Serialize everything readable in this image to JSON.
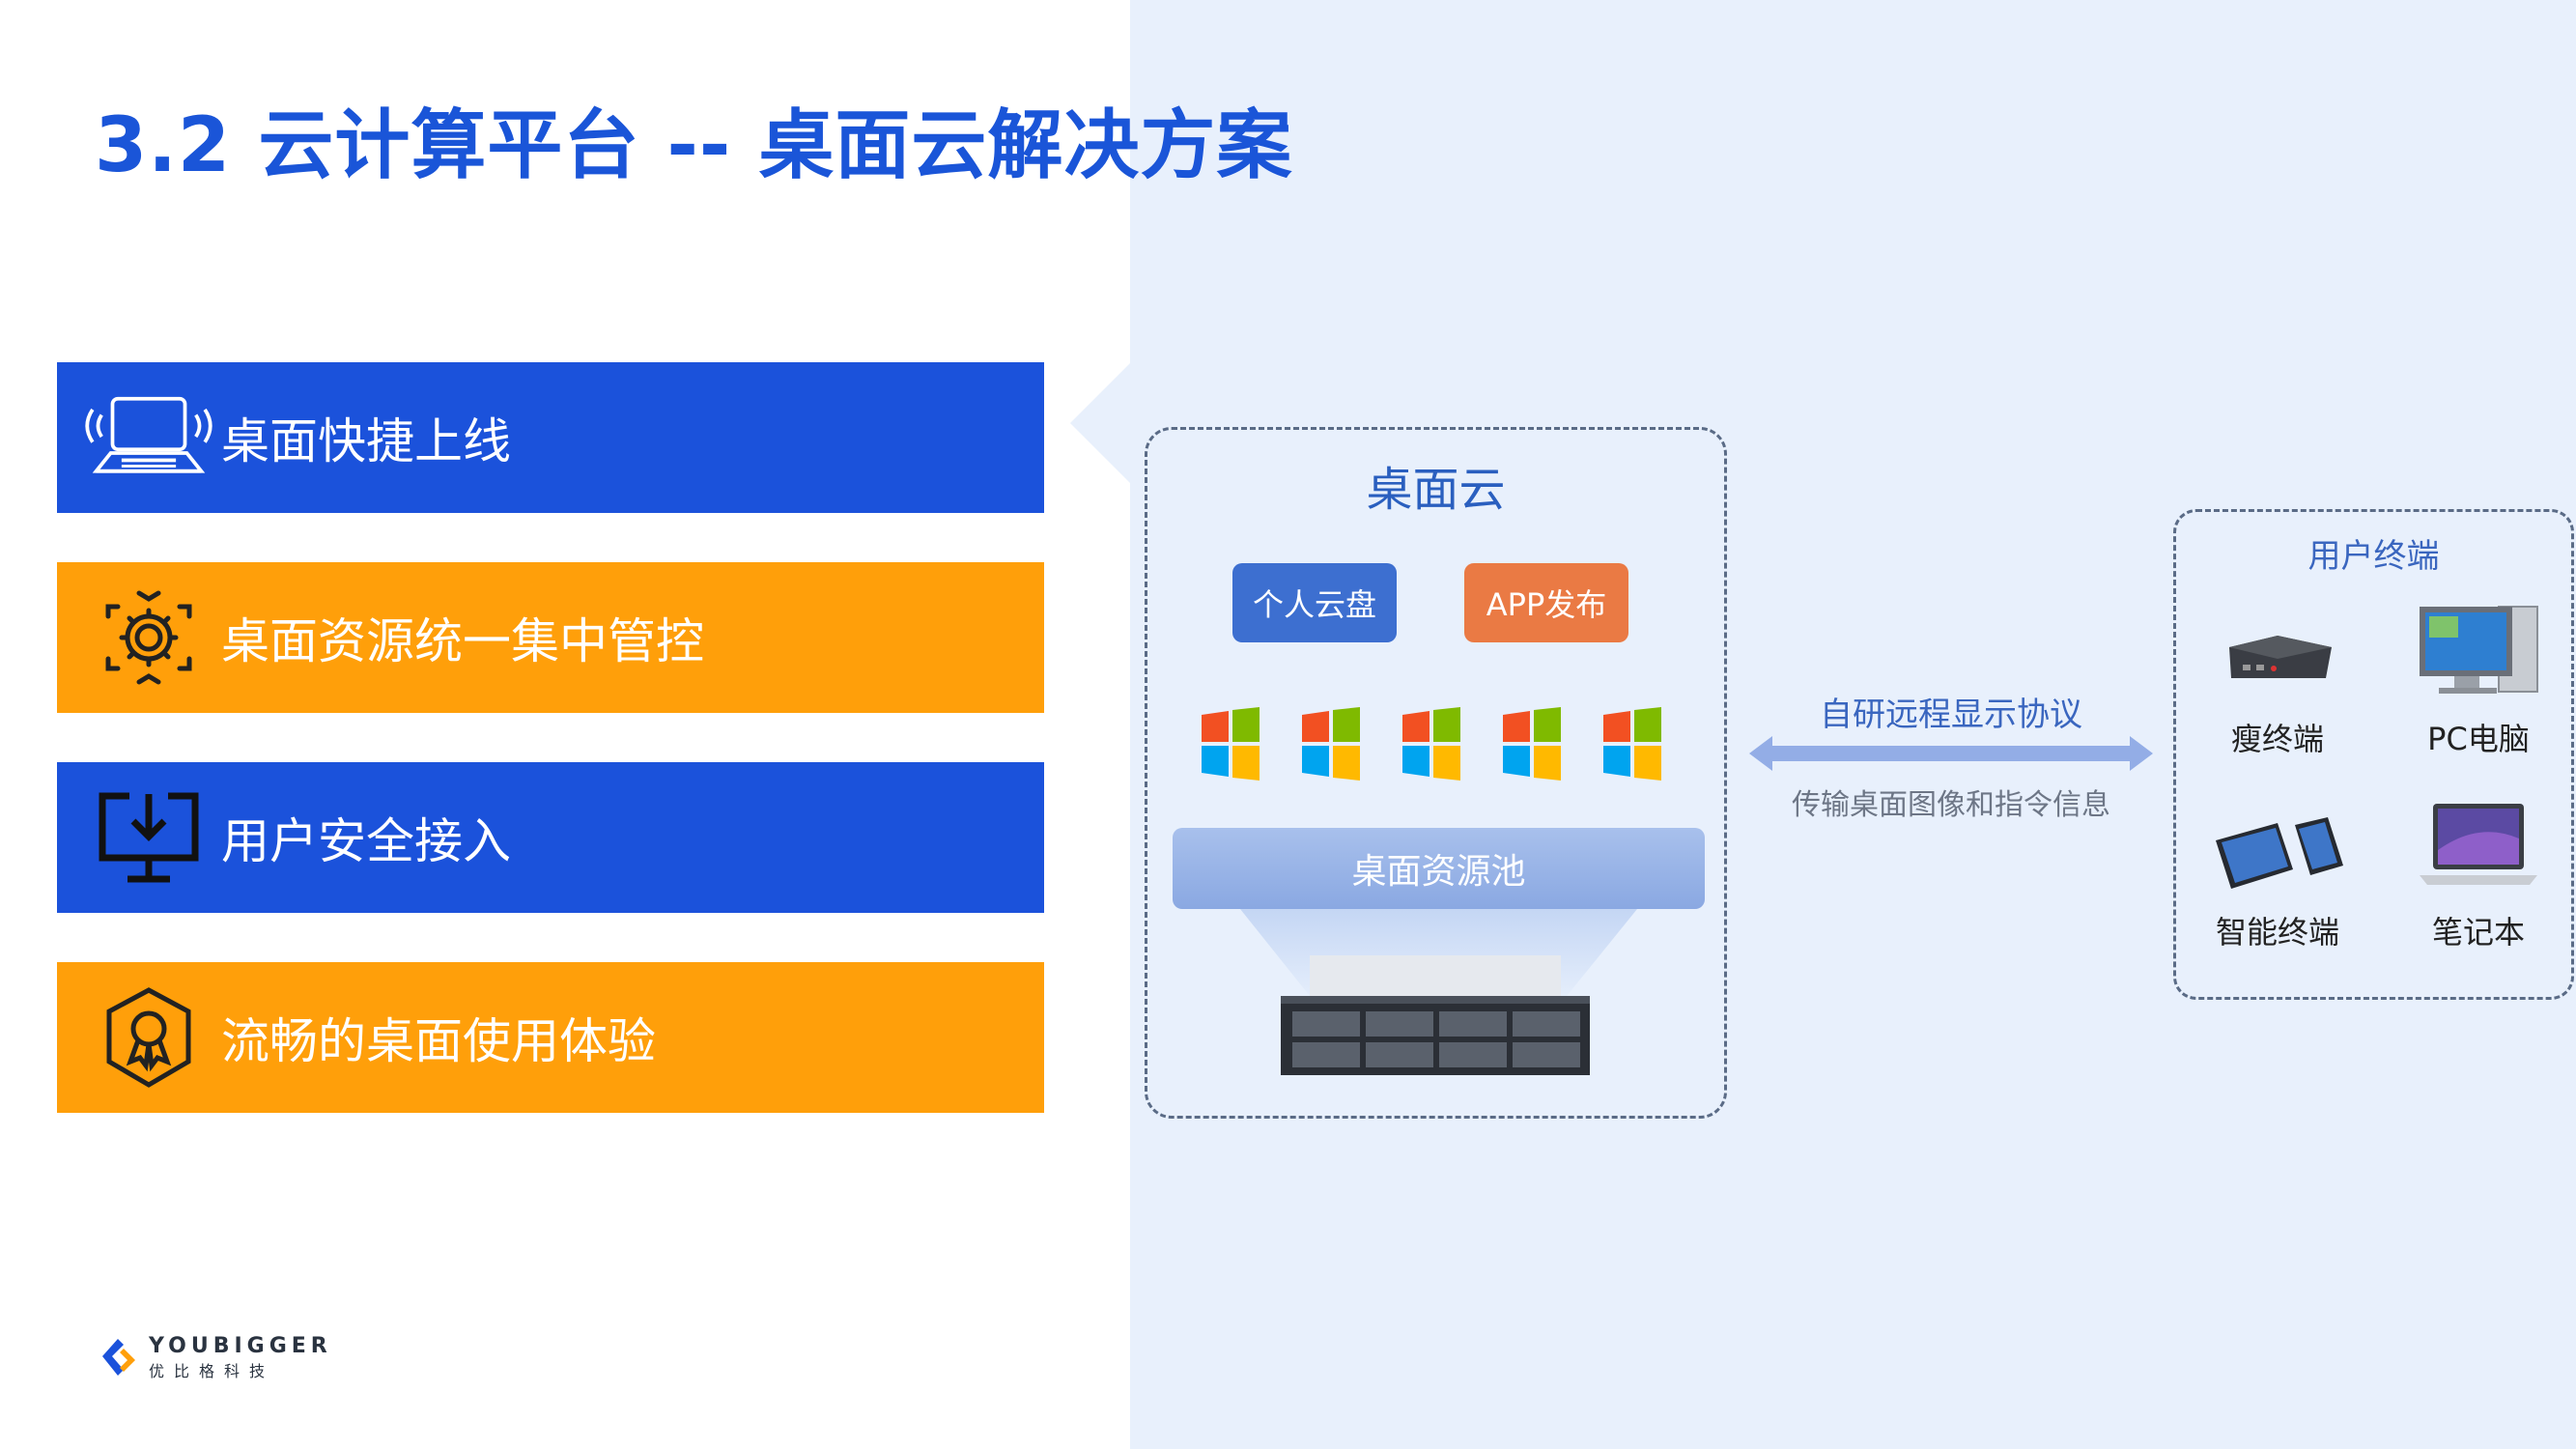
{
  "slide": {
    "title": "3.2 云计算平台 -- 桌面云解决方案"
  },
  "features": [
    {
      "label": "桌面快捷上线",
      "icon": "laptop-wireless-icon"
    },
    {
      "label": "桌面资源统一集中管控",
      "icon": "gear-control-icon"
    },
    {
      "label": "用户安全接入",
      "icon": "monitor-download-icon"
    },
    {
      "label": "流畅的桌面使用体验",
      "icon": "badge-award-icon"
    }
  ],
  "cloud": {
    "title": "桌面云",
    "pill_personal": "个人云盘",
    "pill_app": "APP发布",
    "pool": "桌面资源池",
    "windows_count_icons": [
      "windows-icon",
      "windows-icon",
      "windows-icon",
      "windows-icon",
      "windows-icon"
    ]
  },
  "protocol": {
    "label": "自研远程显示协议",
    "sub": "传输桌面图像和指令信息"
  },
  "terminals": {
    "title": "用户终端",
    "items": [
      {
        "label": "瘦终端",
        "icon": "thin-client-icon"
      },
      {
        "label": "PC电脑",
        "icon": "desktop-pc-icon"
      },
      {
        "label": "智能终端",
        "icon": "smart-devices-icon"
      },
      {
        "label": "笔记本",
        "icon": "laptop-icon"
      }
    ]
  },
  "logo": {
    "en": "YOUBIGGER",
    "cn": "优比格科技"
  },
  "colors": {
    "brand_blue": "#1b52db",
    "brand_orange": "#ff9f0a",
    "panel_bg": "#e8f0fc"
  }
}
